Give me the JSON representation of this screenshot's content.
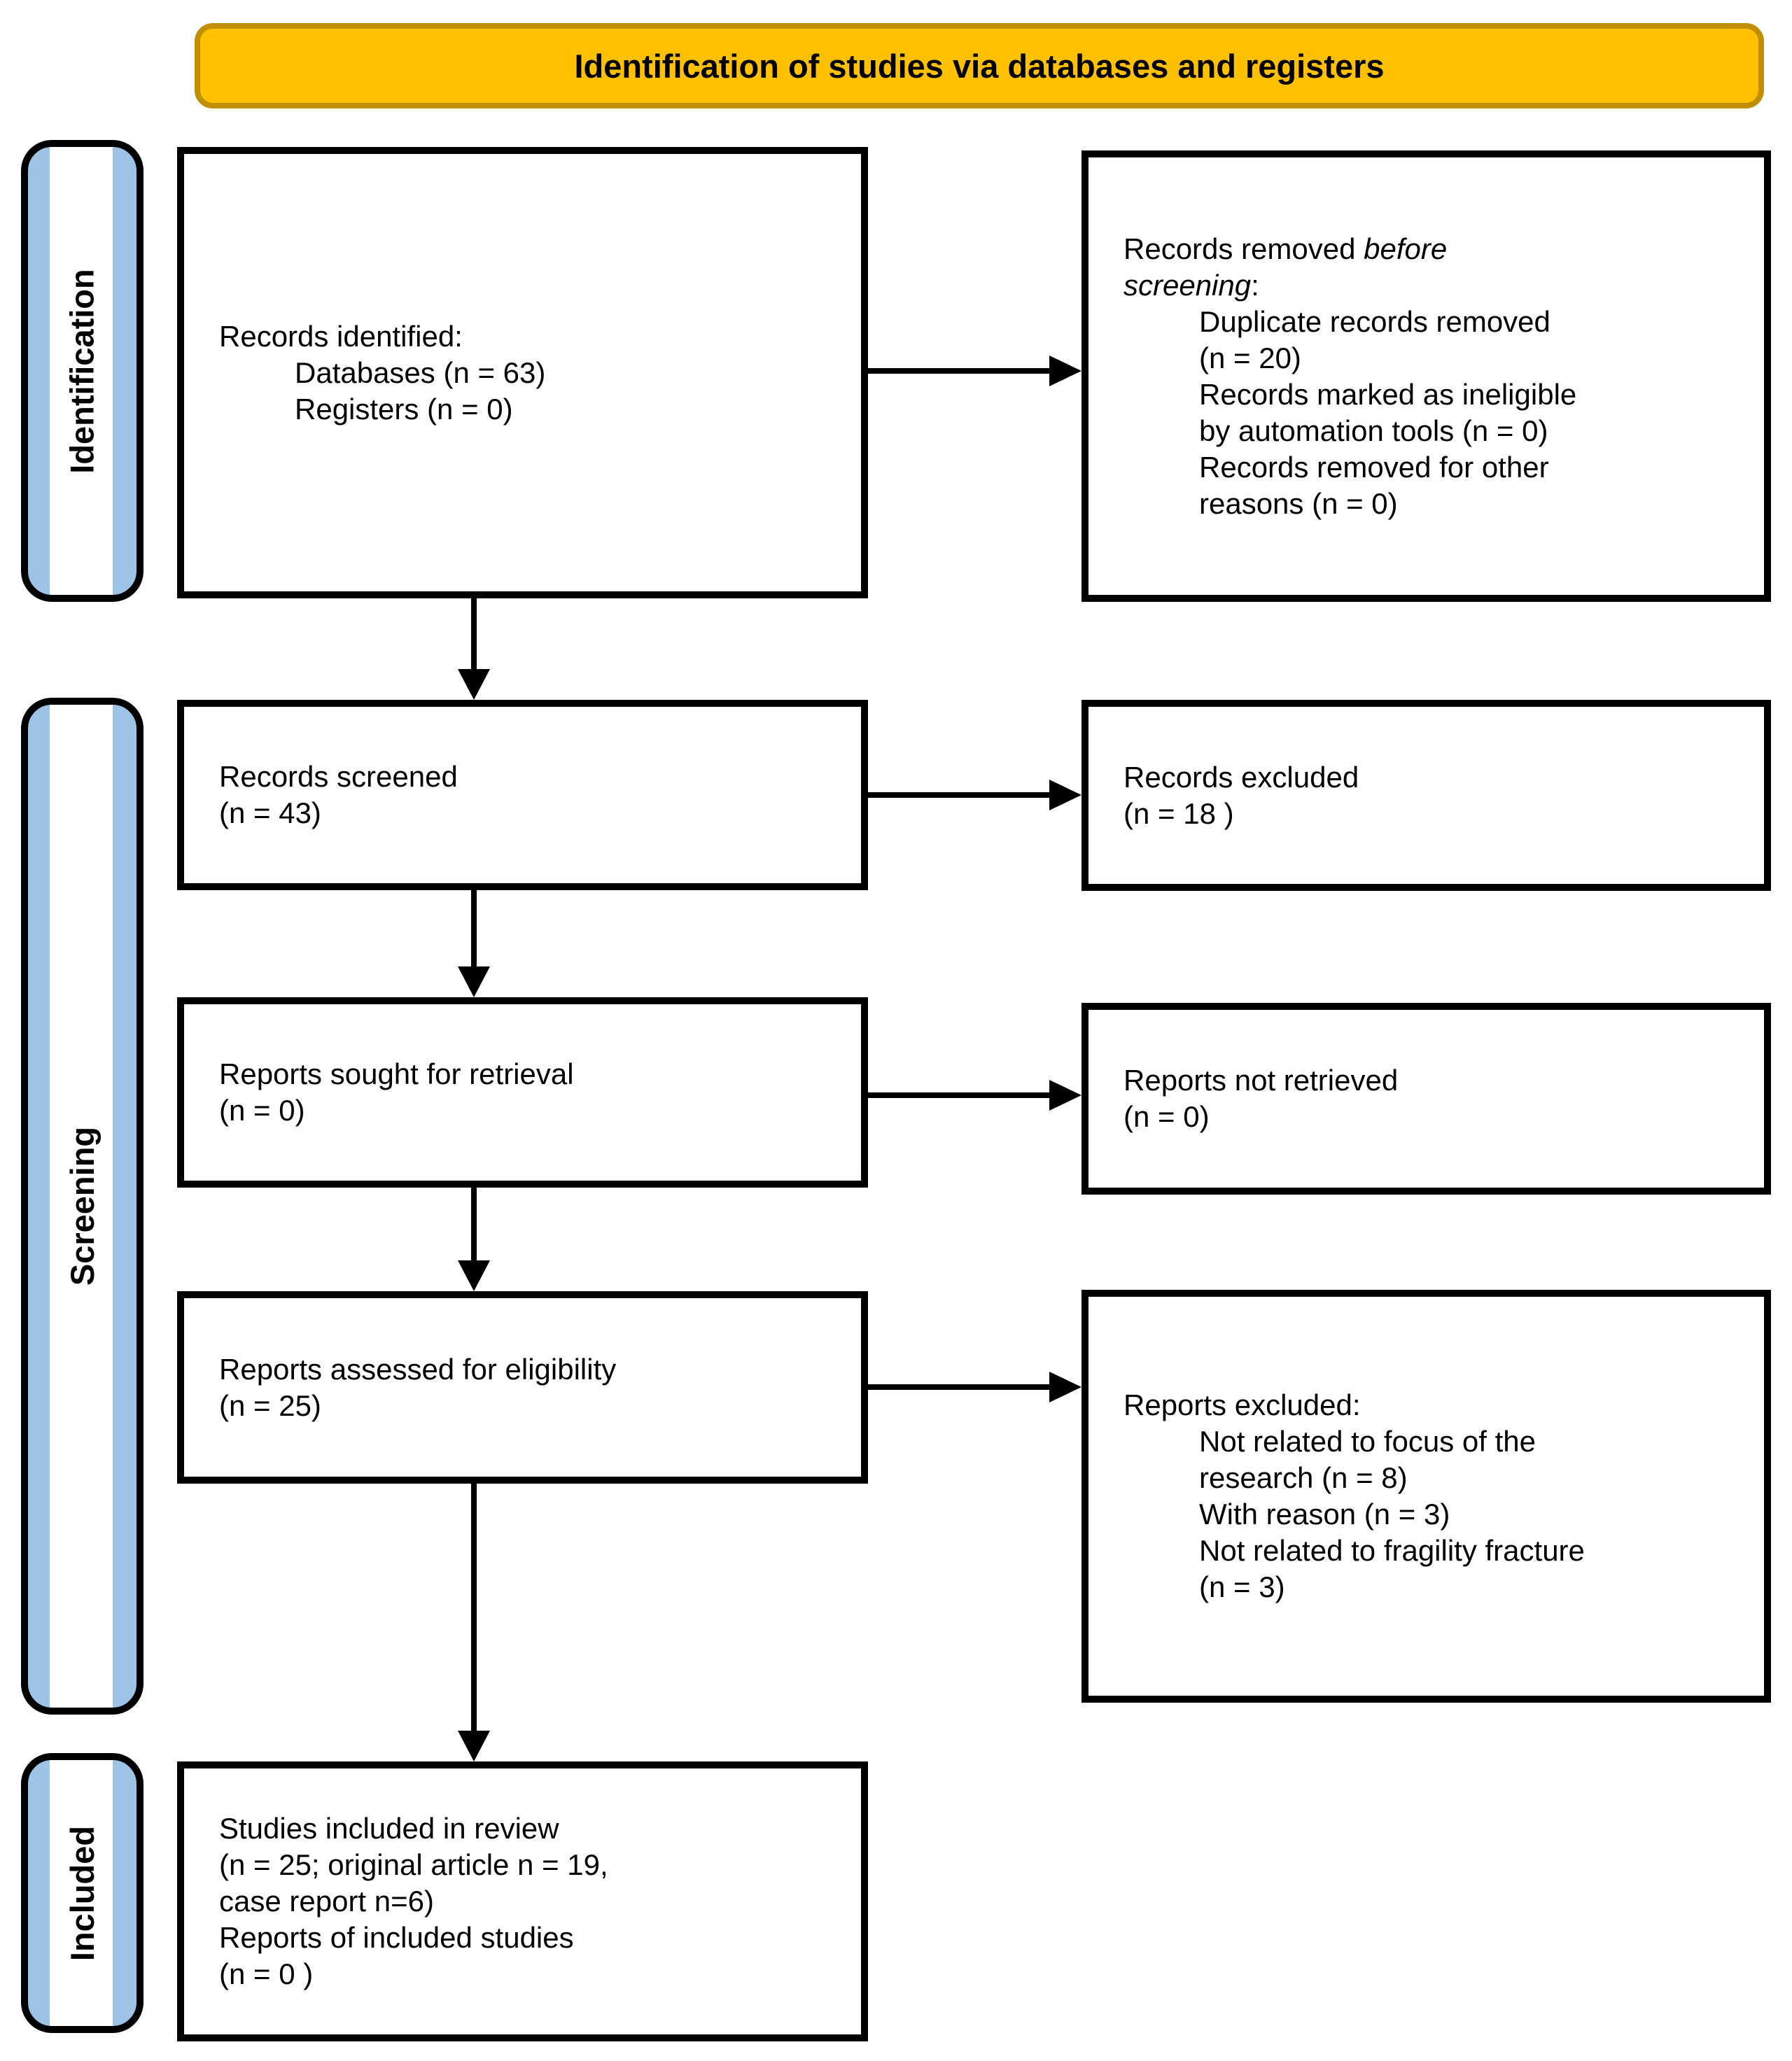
{
  "theme": {
    "banner_fill": "#FFC000",
    "banner_border": "#BF8F00",
    "sidebar_blue": "#9DC3E6",
    "line_color": "#000000"
  },
  "banner": {
    "title": "Identification of studies via databases and registers"
  },
  "sidebar": {
    "identification": "Identification",
    "screening": "Screening",
    "included": "Included"
  },
  "boxes": {
    "records_identified": {
      "lines": [
        "Records identified:",
        "Databases (n = 63)",
        "Registers (n = 0)"
      ]
    },
    "records_removed": {
      "l1_text": "Records removed ",
      "l1_italic": "before",
      "l2_italic": "screening",
      "l2_text": ":",
      "items": [
        "Duplicate records removed",
        "(n = 20)",
        "Records marked as ineligible",
        "by automation tools (n = 0)",
        "Records removed for other",
        "reasons (n = 0)"
      ]
    },
    "records_screened": {
      "lines": [
        "Records screened",
        "(n = 43)"
      ]
    },
    "records_excluded": {
      "lines": [
        "Records excluded",
        "(n = 18 )"
      ]
    },
    "reports_sought": {
      "lines": [
        "Reports sought for retrieval",
        "(n = 0)"
      ]
    },
    "reports_not_retrieved": {
      "lines": [
        "Reports not retrieved",
        "(n = 0)"
      ]
    },
    "reports_assessed": {
      "lines": [
        "Reports assessed for eligibility",
        "(n = 25)"
      ]
    },
    "reports_excluded": {
      "header": "Reports excluded:",
      "items": [
        "Not related to focus of the",
        "research (n = 8)",
        "With reason (n = 3)",
        "Not related to fragility fracture",
        "(n = 3)"
      ]
    },
    "studies_included": {
      "lines": [
        "Studies included in review",
        "(n = 25; original article n = 19,",
        "case report n=6)",
        "Reports of included studies",
        "(n = 0 )"
      ]
    }
  }
}
